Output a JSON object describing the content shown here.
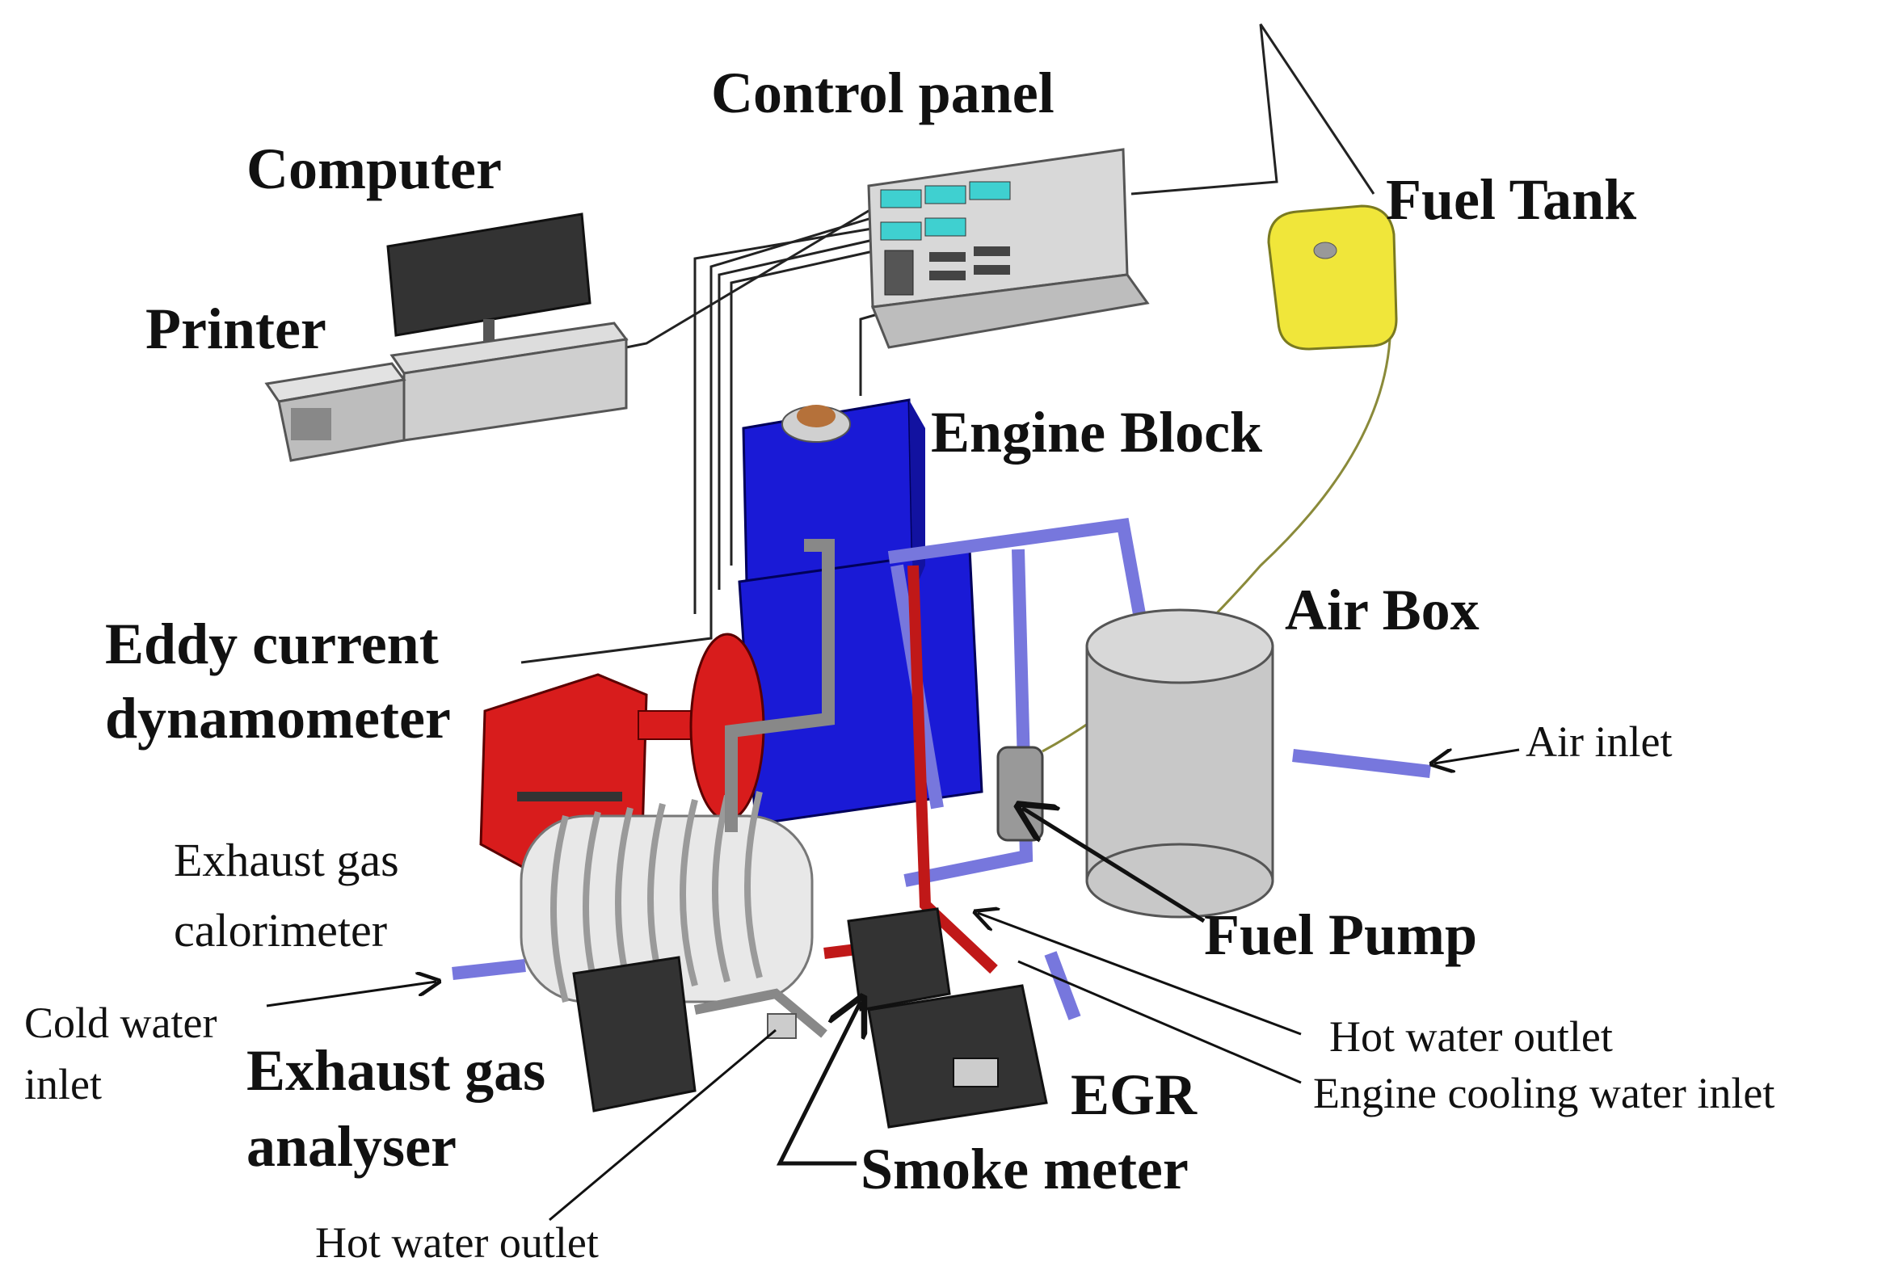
{
  "labels": {
    "control_panel": "Control panel",
    "computer": "Computer",
    "fuel_tank": "Fuel Tank",
    "printer": "Printer",
    "engine_block": "Engine Block",
    "air_box": "Air Box",
    "eddy_line1": "Eddy current",
    "eddy_line2": "dynamometer",
    "air_inlet": "Air inlet",
    "exhaust_cal_line1": "Exhaust gas",
    "exhaust_cal_line2": "calorimeter",
    "fuel_pump": "Fuel Pump",
    "cold_water_line1": "Cold water",
    "cold_water_line2": "inlet",
    "hot_water_outlet_right": "Hot water outlet",
    "exhaust_analyser_line1": "Exhaust gas",
    "exhaust_analyser_line2": "analyser",
    "egr": "EGR",
    "engine_cooling": "Engine cooling water inlet",
    "smoke_meter": "Smoke meter",
    "hot_water_outlet_bottom": "Hot water outlet"
  },
  "colors": {
    "engine": "#1a1ad6",
    "dynamometer": "#d81c1c",
    "fuel_tank": "#f0e63a",
    "pipe_blue": "#7777dd",
    "pipe_red": "#c01818",
    "box_dark": "#333333",
    "air_box": "#c8c8c8",
    "screen_cyan": "#3fd0d0"
  }
}
